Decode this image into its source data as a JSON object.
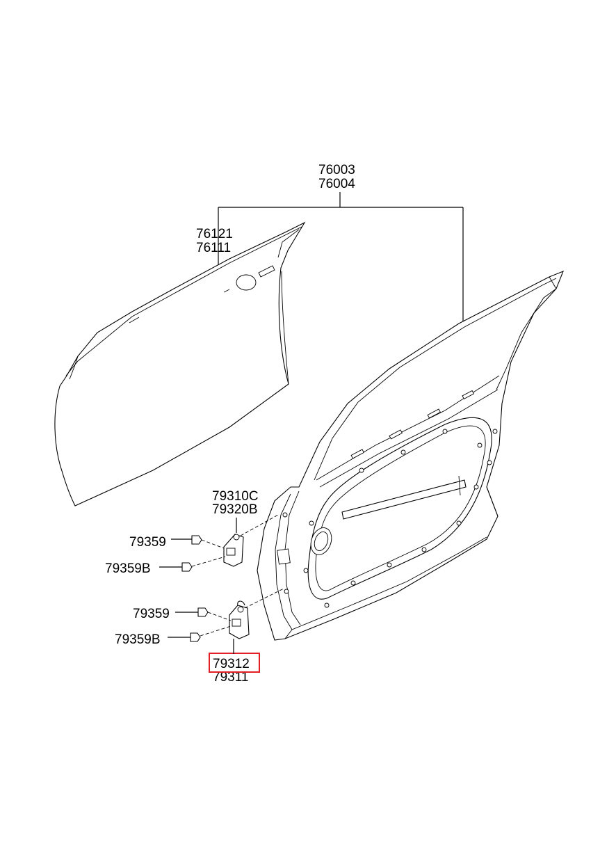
{
  "labels": {
    "assembly_a": "76003",
    "assembly_b": "76004",
    "outer_panel_a": "76121",
    "outer_panel_b": "76111",
    "upper_hinge_a": "79310C",
    "upper_hinge_b": "79320B",
    "upper_bolt_a": "79359",
    "upper_bolt_b": "79359B",
    "lower_bolt_a": "79359",
    "lower_bolt_b": "79359B",
    "lower_hinge_a": "79312",
    "lower_hinge_b": "79311"
  },
  "highlight_color": "#e31e24"
}
